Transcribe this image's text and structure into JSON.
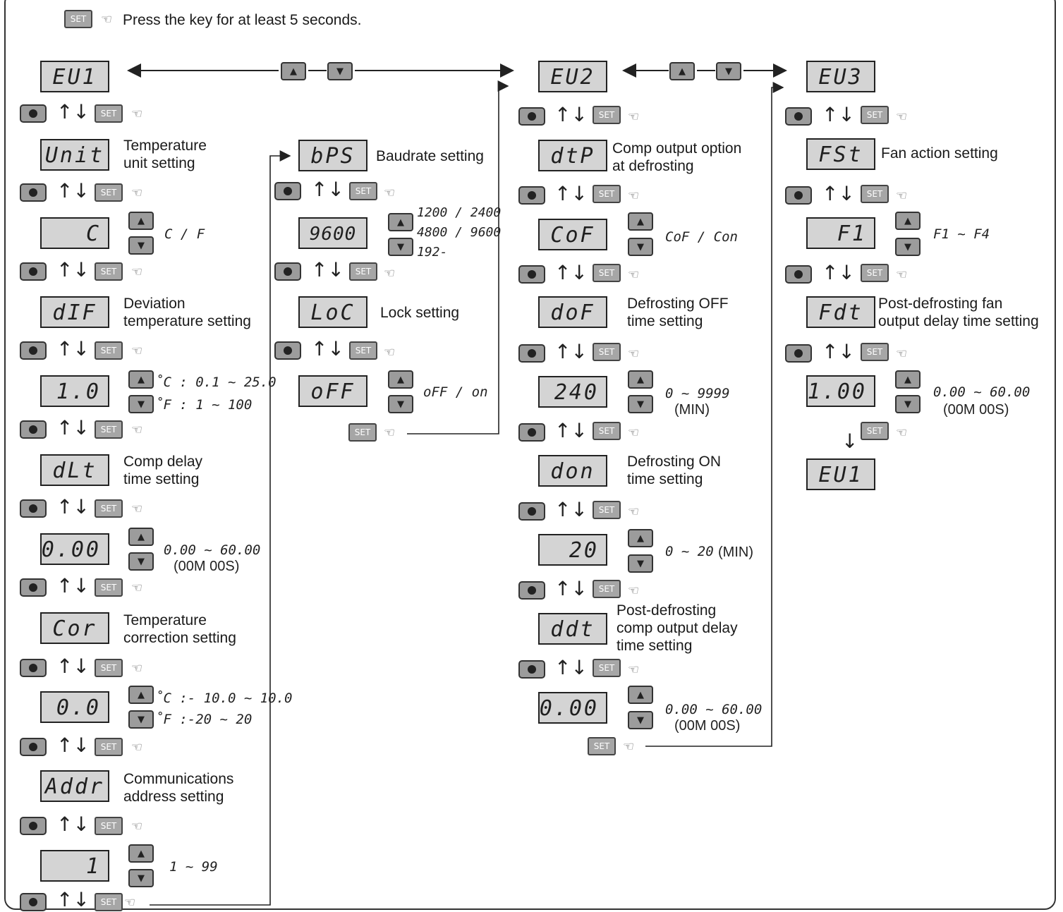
{
  "instruction": {
    "set_key": "SET",
    "text": "Press the key for at least 5 seconds."
  },
  "keys": {
    "set": "SET",
    "up": "▲",
    "down": "▼",
    "hand": "☜",
    "arrow_up": "↑",
    "arrow_down": "↓"
  },
  "groups": {
    "ev1": "EU1",
    "ev2": "EU2",
    "ev3": "EU3",
    "ev1_end": "EU1"
  },
  "params": {
    "unit": {
      "code": "Unit",
      "label": "Temperature\nunit setting",
      "value": "C",
      "range": "C / F"
    },
    "dif": {
      "code": "dIF",
      "label": "Deviation\ntemperature setting",
      "value": "1.0",
      "range_c": "˚C : 0.1 ~ 25.0",
      "range_f": "˚F : 1 ~ 100"
    },
    "dlt": {
      "code": "dLt",
      "label": "Comp delay\ntime setting",
      "value": "0.00",
      "range": "0.00 ~ 60.00",
      "unit": "(00M 00S)"
    },
    "cor": {
      "code": "Cor",
      "label": "Temperature\ncorrection setting",
      "value": "0.0",
      "range_c": "˚C :- 10.0 ~ 10.0",
      "range_f": "˚F :-20 ~ 20"
    },
    "addr": {
      "code": "Addr",
      "label": "Communications\naddress setting",
      "value": "1",
      "range": "1 ~ 99"
    },
    "bps": {
      "code": "bPS",
      "label": "Baudrate setting",
      "value": "9600",
      "range": "1200 / 2400\n4800 / 9600\n192-"
    },
    "loc": {
      "code": "LoC",
      "label": "Lock setting",
      "value": "oFF",
      "range": "oFF / on"
    },
    "dtp": {
      "code": "dtP",
      "label": "Comp output option\nat defrosting",
      "value": "CoF",
      "range": "CoF / Con"
    },
    "dof": {
      "code": "doF",
      "label": "Defrosting OFF\ntime setting",
      "value": "240",
      "range": "0 ~ 9999",
      "unit": "(MIN)"
    },
    "don": {
      "code": "don",
      "label": "Defrosting ON\ntime setting",
      "value": "20",
      "range": "0 ~ 20",
      "unit": "(MIN)"
    },
    "ddt": {
      "code": "ddt",
      "label": "Post-defrosting\ncomp output delay\ntime setting",
      "value": "0.00",
      "range": "0.00 ~ 60.00",
      "unit": "(00M 00S)"
    },
    "fst": {
      "code": "FSt",
      "label": "Fan action setting",
      "value": "F1",
      "range": "F1 ~ F4"
    },
    "fdt": {
      "code": "Fdt",
      "label": "Post-defrosting fan\noutput delay time setting",
      "value": "1.00",
      "range": "0.00 ~ 60.00",
      "unit": "(00M 00S)"
    }
  }
}
